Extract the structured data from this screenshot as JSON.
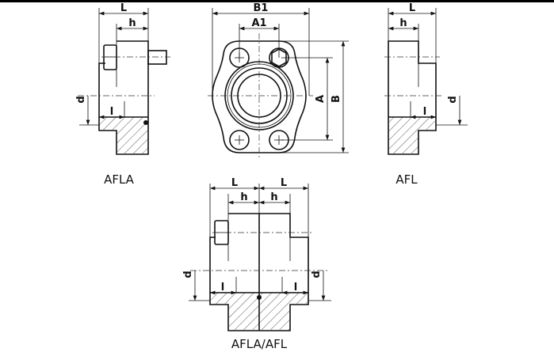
{
  "views": {
    "afla": {
      "caption": "AFLA",
      "dims": {
        "L": "L",
        "h": "h",
        "d": "d",
        "l": "l"
      }
    },
    "front": {
      "dims": {
        "B1": "B1",
        "A1": "A1",
        "A": "A",
        "B": "B"
      }
    },
    "afl": {
      "caption": "AFL",
      "dims": {
        "L": "L",
        "h": "h",
        "d": "d",
        "l": "l"
      }
    },
    "combined": {
      "caption": "AFLA/AFL",
      "dims": {
        "L_left": "L",
        "L_right": "L",
        "h_left": "h",
        "h_right": "h",
        "d_left": "d",
        "d_right": "d",
        "l_left": "l",
        "l_right": "l"
      }
    }
  }
}
